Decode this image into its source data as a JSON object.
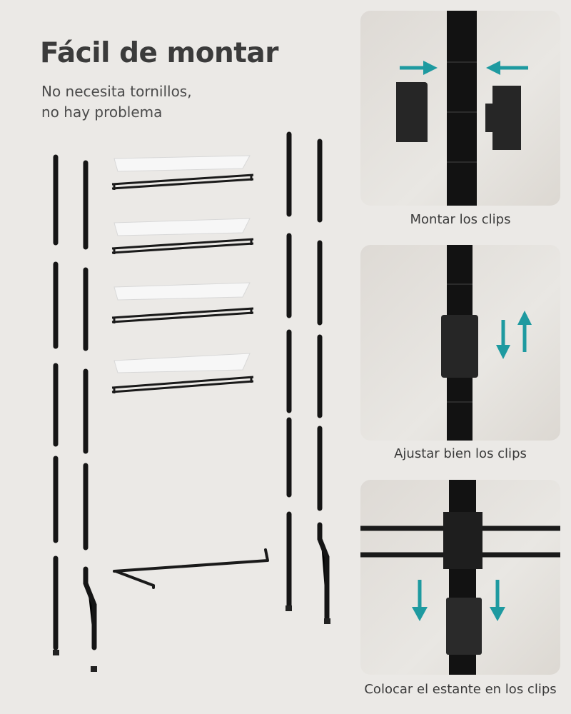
{
  "heading": {
    "title": "Fácil de montar",
    "subtitle_line1": "No necesita tornillos,",
    "subtitle_line2": "no hay problema"
  },
  "steps": [
    {
      "caption": "Montar los clips",
      "arrow_icon": "arrows-inward"
    },
    {
      "caption": "Ajustar bien los clips",
      "arrow_icon": "arrows-up-down"
    },
    {
      "caption": "Colocar el estante en los clips",
      "arrow_icon": "arrows-down"
    }
  ],
  "colors": {
    "accent": "#1e9aa0",
    "background": "#ebe9e6",
    "metal": "#1c1c1c"
  }
}
